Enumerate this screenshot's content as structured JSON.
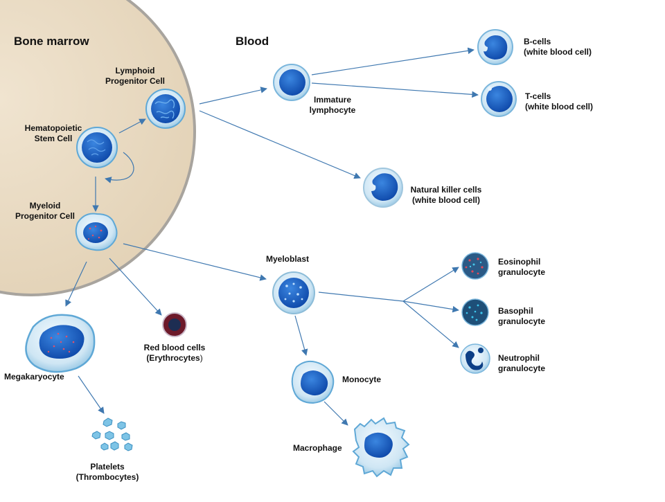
{
  "regions": {
    "marrow_title": "Bone marrow",
    "blood_title": "Blood"
  },
  "labels": {
    "hsc": [
      "Hematopoietic",
      "Stem Cell"
    ],
    "lymphoid": [
      "Lymphoid",
      "Progenitor Cell"
    ],
    "myeloid": [
      "Myeloid",
      "Progenitor Cell"
    ],
    "immature_lymphocyte": [
      "Immature",
      "lymphocyte"
    ],
    "b_cells": [
      "B-cells",
      "(white blood cell)"
    ],
    "t_cells": [
      "T-cells",
      "(white blood cell)"
    ],
    "nk_cells": [
      "Natural killer cells",
      "(white blood cell)"
    ],
    "myeloblast": "Myeloblast",
    "eosinophil": [
      "Eosinophil",
      "granulocyte"
    ],
    "basophil": [
      "Basophil",
      "granulocyte"
    ],
    "neutrophil": [
      "Neutrophil",
      "granulocyte"
    ],
    "monocyte": "Monocyte",
    "macrophage": "Macrophage",
    "megakaryocyte": "Megakaryocyte",
    "rbc": [
      "Red blood cells",
      "(Erythrocytes"
    ],
    "rbc_paren": ")",
    "platelets": [
      "Platelets",
      "(Thrombocytes)"
    ]
  },
  "colors": {
    "marrow_fill": "#eadbc4",
    "marrow_edge": "#a8a49e",
    "arrow": "#3f78b0",
    "nucleus": "#1558b8",
    "cytoplasm": "#cfe6f4",
    "rbc": "#6d1a2a"
  }
}
